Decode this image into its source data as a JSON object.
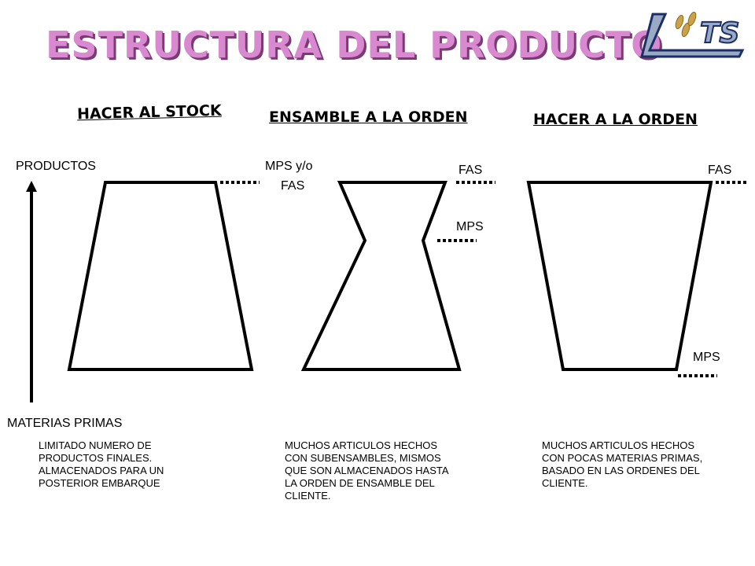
{
  "title": "ESTRUCTURA DEL PRODUCTO",
  "logo_text": "TS",
  "columns": [
    {
      "heading": "HACER AL STOCK",
      "note_lines": [
        "LIMITADO NUMERO DE",
        "PRODUCTOS FINALES.",
        "ALMACENADOS PARA UN",
        "POSTERIOR EMBARQUE"
      ]
    },
    {
      "heading": "ENSAMBLE A LA ORDEN",
      "note_lines": [
        "MUCHOS ARTICULOS HECHOS",
        "CON SUBENSAMBLES, MISMOS",
        "QUE SON ALMACENADOS HASTA",
        "LA ORDEN DE ENSAMBLE DEL",
        "CLIENTE."
      ]
    },
    {
      "heading": "HACER A LA ORDEN",
      "note_lines": [
        "MUCHOS ARTICULOS HECHOS",
        "CON POCAS MATERIAS PRIMAS,",
        "BASADO EN LAS ORDENES DEL",
        "CLIENTE."
      ]
    }
  ],
  "axis": {
    "top_label": "PRODUCTOS",
    "bottom_label": "MATERIAS PRIMAS"
  },
  "labels": {
    "mps_fas_line1": "MPS y/o",
    "mps_fas_line2": "FAS",
    "fas_ato": "FAS",
    "mps_ato": "MPS",
    "fas_mto": "FAS",
    "mps_mto": "MPS"
  }
}
